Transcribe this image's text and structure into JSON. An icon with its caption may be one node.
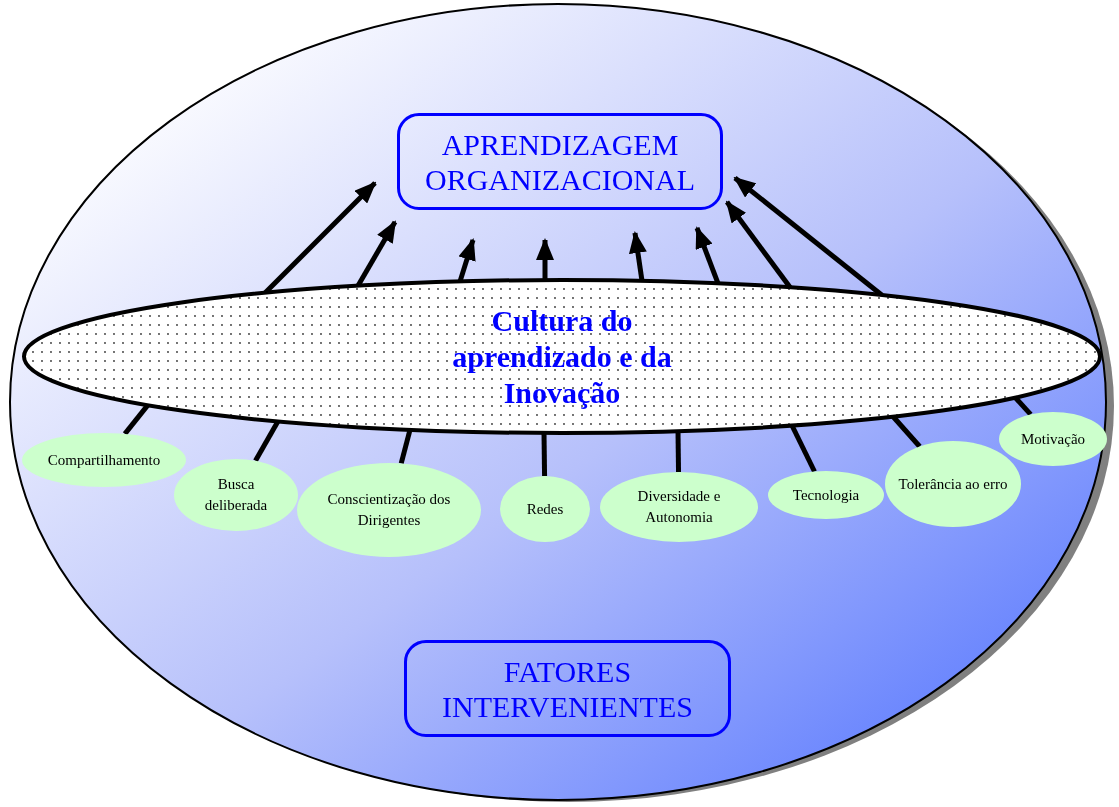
{
  "diagram": {
    "nodes": [
      {
        "text": [],
        "shape": "ellipse"
      },
      {
        "text": [
          "APRENDIZAGEM ORGANIZACIONAL"
        ],
        "in": 0
      },
      {
        "text": [
          "Cultura do aprendizado e da Inovação"
        ],
        "in": 0
      },
      {
        "text": [
          "Compartilhamento"
        ],
        "in": 0
      },
      {
        "text": [
          "Busca deliberada"
        ],
        "in": 0
      },
      {
        "text": [
          "Conscientização dos Dirigentes"
        ],
        "in": 0
      },
      {
        "text": [
          "Redes"
        ],
        "in": 0
      },
      {
        "text": [
          "Diversidade e Autonomia"
        ],
        "in": 0
      },
      {
        "text": [
          "Tecnologia"
        ],
        "in": 0
      },
      {
        "text": [
          "Tolerância ao erro"
        ],
        "in": 0
      },
      {
        "text": [
          "Motivação"
        ],
        "in": 0
      },
      {
        "text": [
          "FATORES INTERVENIENTES"
        ],
        "in": 0
      }
    ],
    "edges": [
      {
        "from": 2,
        "to": 1,
        "arrow": "to"
      },
      {
        "from": 2,
        "to": 1,
        "arrow": "to"
      },
      {
        "from": 2,
        "to": 1,
        "arrow": "to"
      },
      {
        "from": 2,
        "to": 1,
        "arrow": "to"
      },
      {
        "from": 2,
        "to": 1,
        "arrow": "to"
      },
      {
        "from": 2,
        "to": 1,
        "arrow": "to"
      },
      {
        "from": 2,
        "to": 1,
        "arrow": "to"
      },
      {
        "from": 2,
        "to": 1,
        "arrow": "to"
      },
      {
        "from": 2,
        "to": 3,
        "arrow": "none"
      },
      {
        "from": 2,
        "to": 4,
        "arrow": "none"
      },
      {
        "from": 2,
        "to": 5,
        "arrow": "none"
      },
      {
        "from": 2,
        "to": 6,
        "arrow": "none"
      },
      {
        "from": 2,
        "to": 7,
        "arrow": "none"
      },
      {
        "from": 2,
        "to": 8,
        "arrow": "none"
      },
      {
        "from": 2,
        "to": 9,
        "arrow": "none"
      },
      {
        "from": 2,
        "to": 10,
        "arrow": "none"
      }
    ]
  }
}
